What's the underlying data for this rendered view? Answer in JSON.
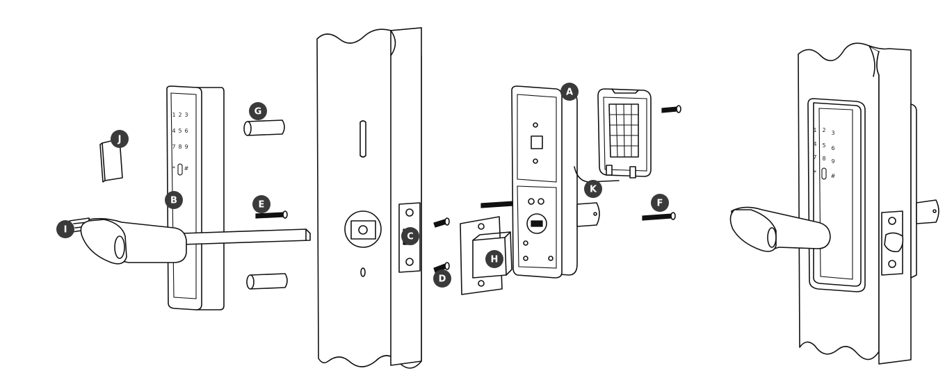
{
  "labels": {
    "A": "A",
    "B": "B",
    "C": "C",
    "D": "D",
    "E": "E",
    "F": "F",
    "G": "G",
    "H": "H",
    "I": "I",
    "J": "J",
    "K": "K"
  },
  "keypad": {
    "keys": [
      "1",
      "2",
      "3",
      "4",
      "5",
      "6",
      "7",
      "8",
      "9",
      "*",
      "0",
      "#"
    ]
  },
  "colors": {
    "line": "#111111",
    "label_fill": "#3a3a3a",
    "background": "#ffffff"
  }
}
